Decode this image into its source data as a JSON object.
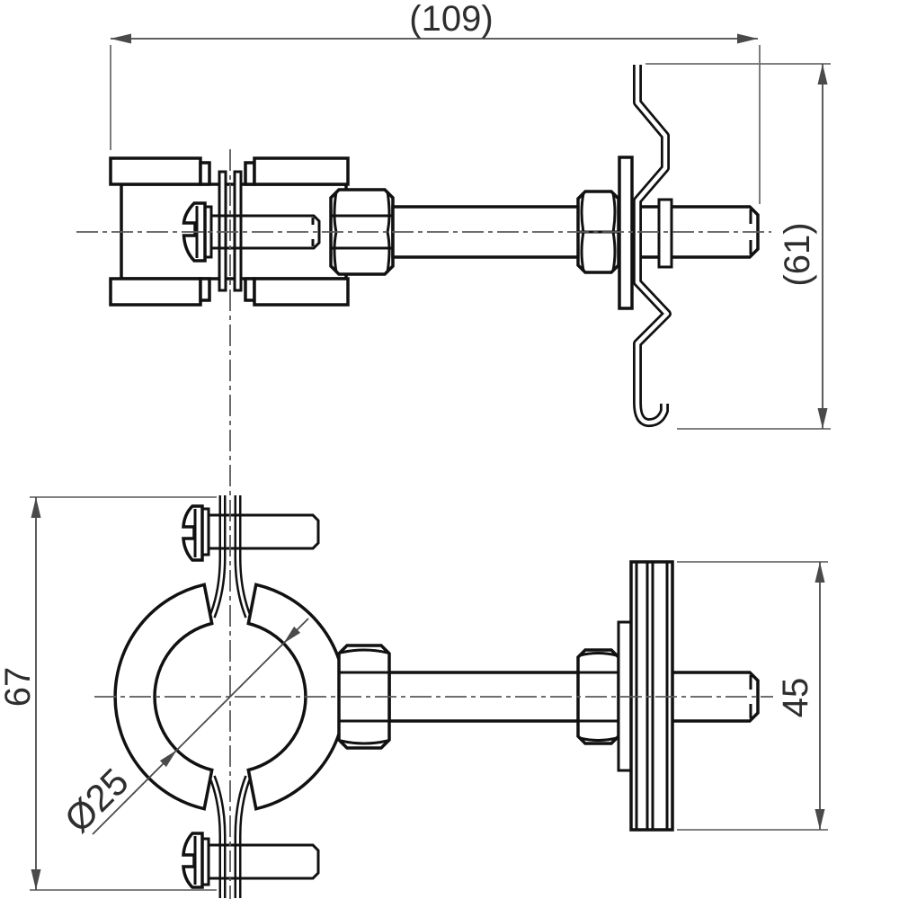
{
  "labels": {
    "overall_length": "(109)",
    "clip_height": "(61)",
    "clamp_height": "67",
    "plate_height": "45",
    "pipe_diameter": "Ø25"
  },
  "colors": {
    "background": "#ffffff",
    "part_outline": "#111111",
    "dimension_line": "#4a4a4a",
    "extension_line": "#6e6e6e",
    "centerline": "#5a5a5a",
    "label_text": "#2e2e2e"
  }
}
